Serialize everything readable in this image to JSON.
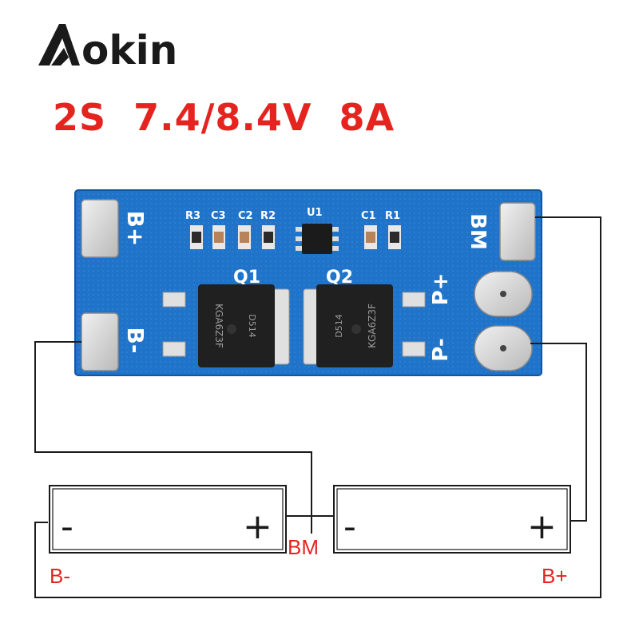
{
  "brand": {
    "logo": "Aokin",
    "logo_icon": "aokin-logo-icon"
  },
  "headline": {
    "cell_count": "2S",
    "voltage": "7.4/8.4V",
    "current": "8A",
    "color": "#e52420"
  },
  "board": {
    "color": "#1f73c9",
    "pad_labels": {
      "b_plus": "B+",
      "b_minus": "B-",
      "bm": "BM",
      "p_plus": "P+",
      "p_minus": "P-"
    },
    "components": {
      "r3": "R3",
      "c3": "C3",
      "c2": "C2",
      "r2": "R2",
      "u1": "U1",
      "c1": "C1",
      "r1": "R1",
      "q1": "Q1",
      "q2": "Q2"
    },
    "mosfet_marking_1": "KGA6Z3F",
    "mosfet_marking_2": "D514"
  },
  "battery": {
    "left_minus": "-",
    "left_plus": "+",
    "right_minus": "-",
    "right_plus": "+"
  },
  "wiring_labels": {
    "bm": "BM",
    "b_minus": "B-",
    "b_plus": "B+",
    "color": "#e52420"
  }
}
